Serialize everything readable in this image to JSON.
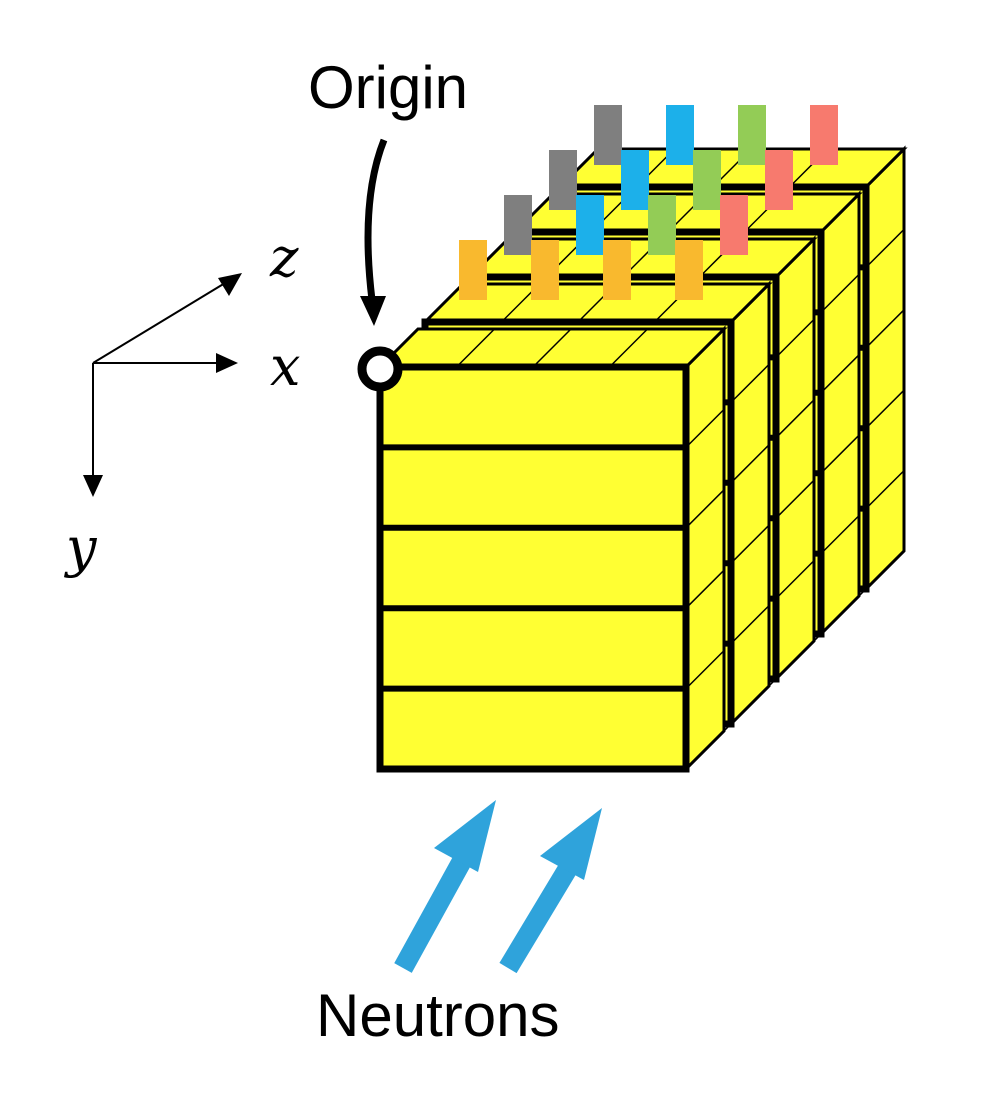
{
  "labels": {
    "origin": "Origin",
    "neutrons": "Neutrons"
  },
  "axes": {
    "x": "x",
    "y": "y",
    "z": "z"
  },
  "colors": {
    "scintillator_fill": "#FFFF33",
    "outline": "#000000",
    "neutron_arrow": "#2FA3DB",
    "readout_orange": "#F9B92E",
    "readout_gray": "#7F7F7F",
    "readout_blue": "#1CB0EA",
    "readout_green": "#93CC56",
    "readout_red": "#F77A6E"
  }
}
